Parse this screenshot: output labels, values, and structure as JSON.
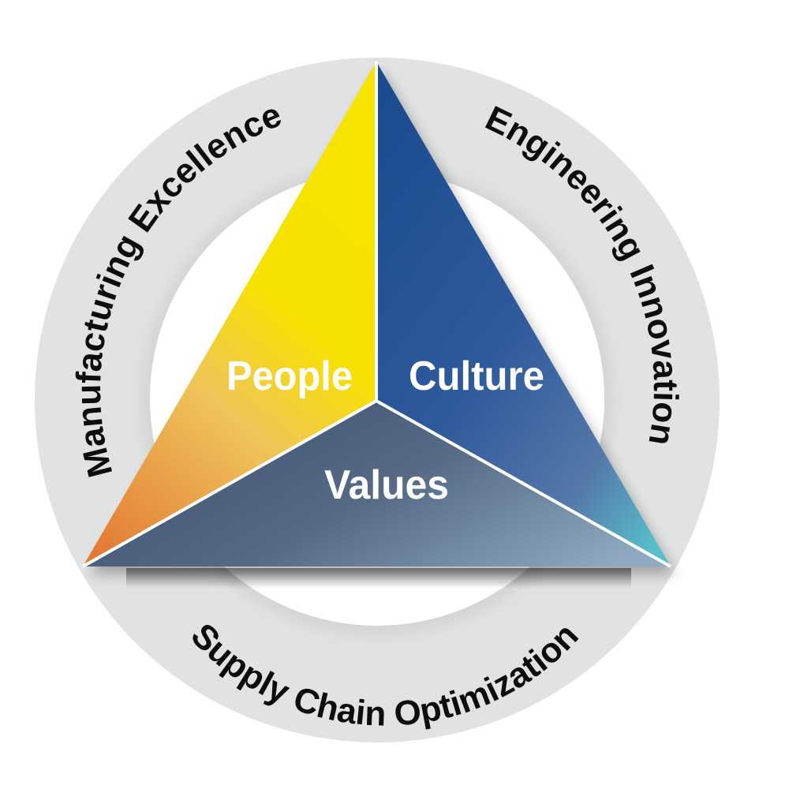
{
  "diagram": {
    "type": "triangle-in-ring",
    "outer_ring": {
      "color": "#e1e2e2",
      "labels": [
        {
          "id": "manufacturing",
          "text": "Manufacturing Excellence",
          "position": "upper-left arc"
        },
        {
          "id": "engineering",
          "text": "Engineering Innovation",
          "position": "upper-right arc"
        },
        {
          "id": "supply_chain",
          "text": "Supply Chain Optimization",
          "position": "bottom arc"
        }
      ]
    },
    "triangle": {
      "segments": [
        {
          "id": "people",
          "label": "People",
          "gradient": [
            "#f7e200",
            "#e4823a"
          ]
        },
        {
          "id": "culture",
          "label": "Culture",
          "gradient": [
            "#1c4f92",
            "#5ab9c8"
          ]
        },
        {
          "id": "values",
          "label": "Values",
          "gradient": [
            "#445570",
            "#8aa5bd"
          ]
        }
      ],
      "divider_color": "#ffffff"
    }
  }
}
